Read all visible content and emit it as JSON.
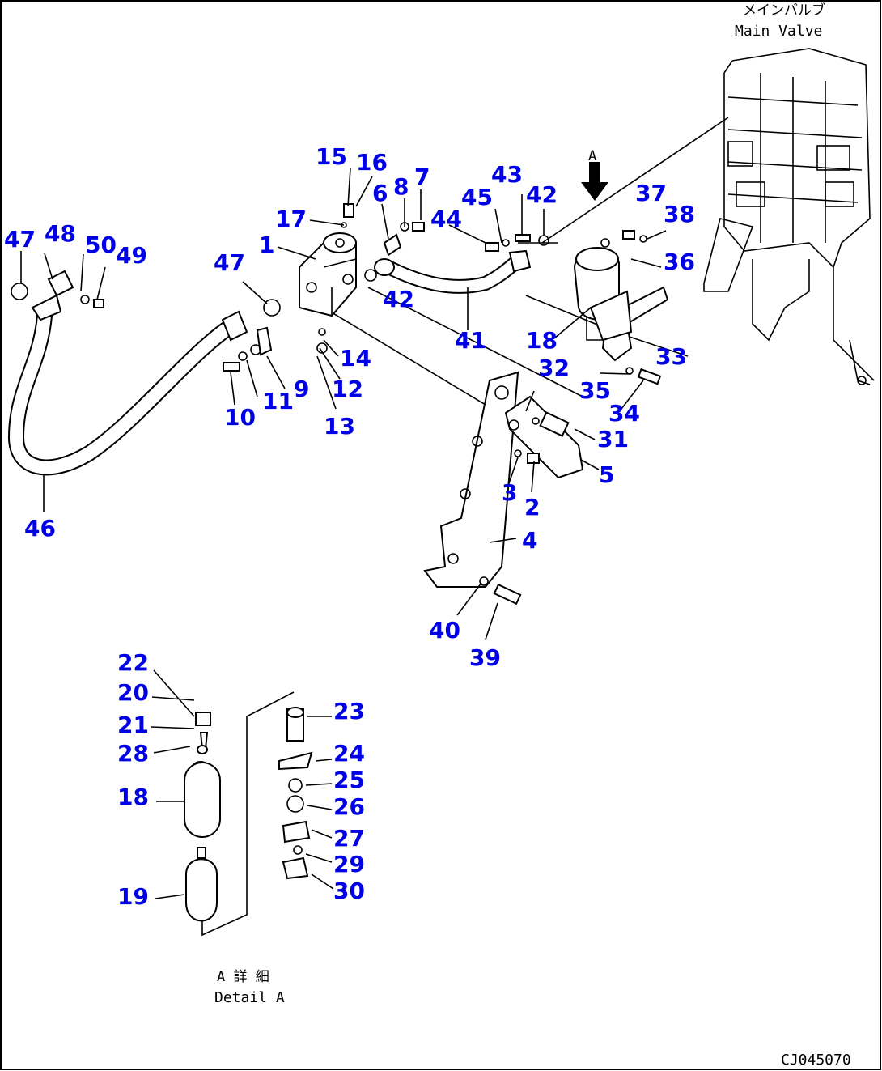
{
  "labels": {
    "main_valve_jp": "メインバルブ",
    "main_valve_en": "Main Valve",
    "view_arrow": "A",
    "detail_jp": "A 詳 細",
    "detail_en": "Detail A",
    "drawing_code": "CJ045070"
  },
  "callouts": [
    "47",
    "48",
    "50",
    "49",
    "47",
    "1",
    "17",
    "15",
    "16",
    "6",
    "8",
    "7",
    "45",
    "43",
    "42",
    "44",
    "37",
    "38",
    "36",
    "42",
    "41",
    "18",
    "33",
    "9",
    "11",
    "10",
    "14",
    "12",
    "13",
    "32",
    "35",
    "34",
    "31",
    "5",
    "3",
    "2",
    "4",
    "46",
    "40",
    "39",
    "22",
    "20",
    "21",
    "28",
    "18",
    "19",
    "23",
    "24",
    "25",
    "26",
    "27",
    "29",
    "30"
  ]
}
